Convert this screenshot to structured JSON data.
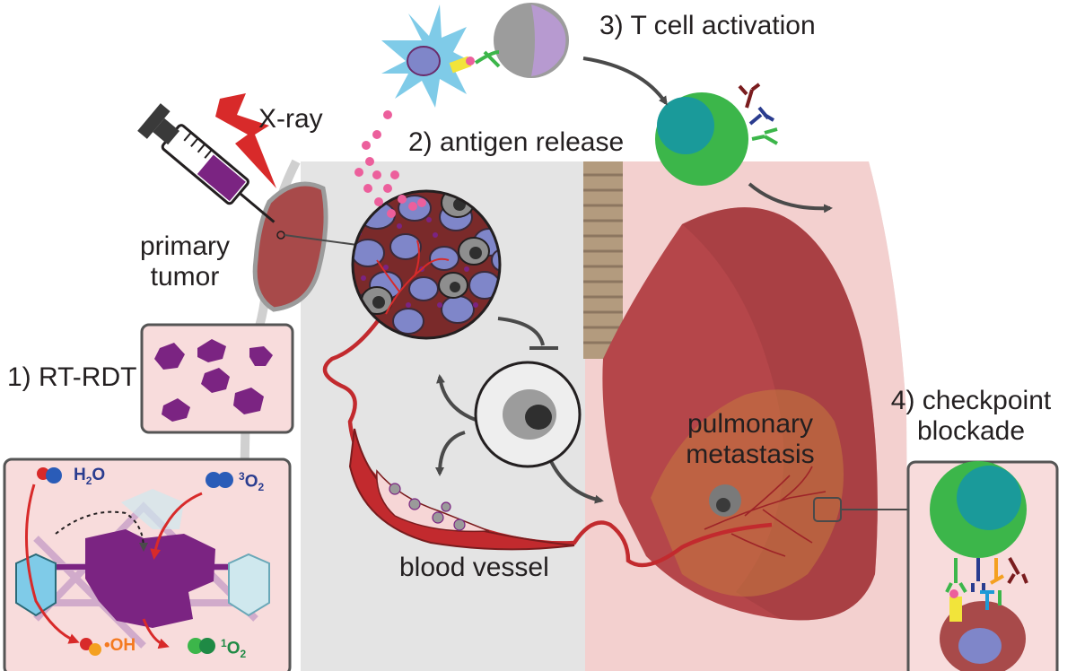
{
  "labels": {
    "xray": "X-ray",
    "primary_tumor_line1": "primary",
    "primary_tumor_line2": "tumor",
    "step1": "1) RT-RDT",
    "step2": "2) antigen release",
    "step3": "3) T cell activation",
    "step4_line1": "4) checkpoint",
    "step4_line2": "blockade",
    "pulmonary_line1": "pulmonary",
    "pulmonary_line2": "metastasis",
    "blood_vessel": "blood vessel"
  },
  "chemistry": {
    "water": {
      "main": "H",
      "sub": "2",
      "tail": "O"
    },
    "triplet_oxygen": {
      "sup": "3",
      "main": "O",
      "sub": "2"
    },
    "hydroxyl": {
      "main": "•OH"
    },
    "singlet_oxygen": {
      "sup": "1",
      "main": "O",
      "sub": "2"
    }
  },
  "colors": {
    "tumor_red": "#a84a4a",
    "lung_red": "#b5464a",
    "vessel_red": "#c22a2e",
    "nanoparticle_purple": "#7b2482",
    "t_cell_green": "#3cb64a",
    "t_cell_nucleus": "#1a9a9a",
    "dendritic_blue": "#7fcbe8",
    "antigen_pink": "#ec5f9c",
    "arrow_gray": "#4a4a4a",
    "body_gray": "#e4e4e4",
    "lung_pink": "#f3d0cf",
    "hydroxyl_orange": "#f47a20",
    "singlet_green": "#1f8a45",
    "water_blue": "#2a3c8f"
  }
}
